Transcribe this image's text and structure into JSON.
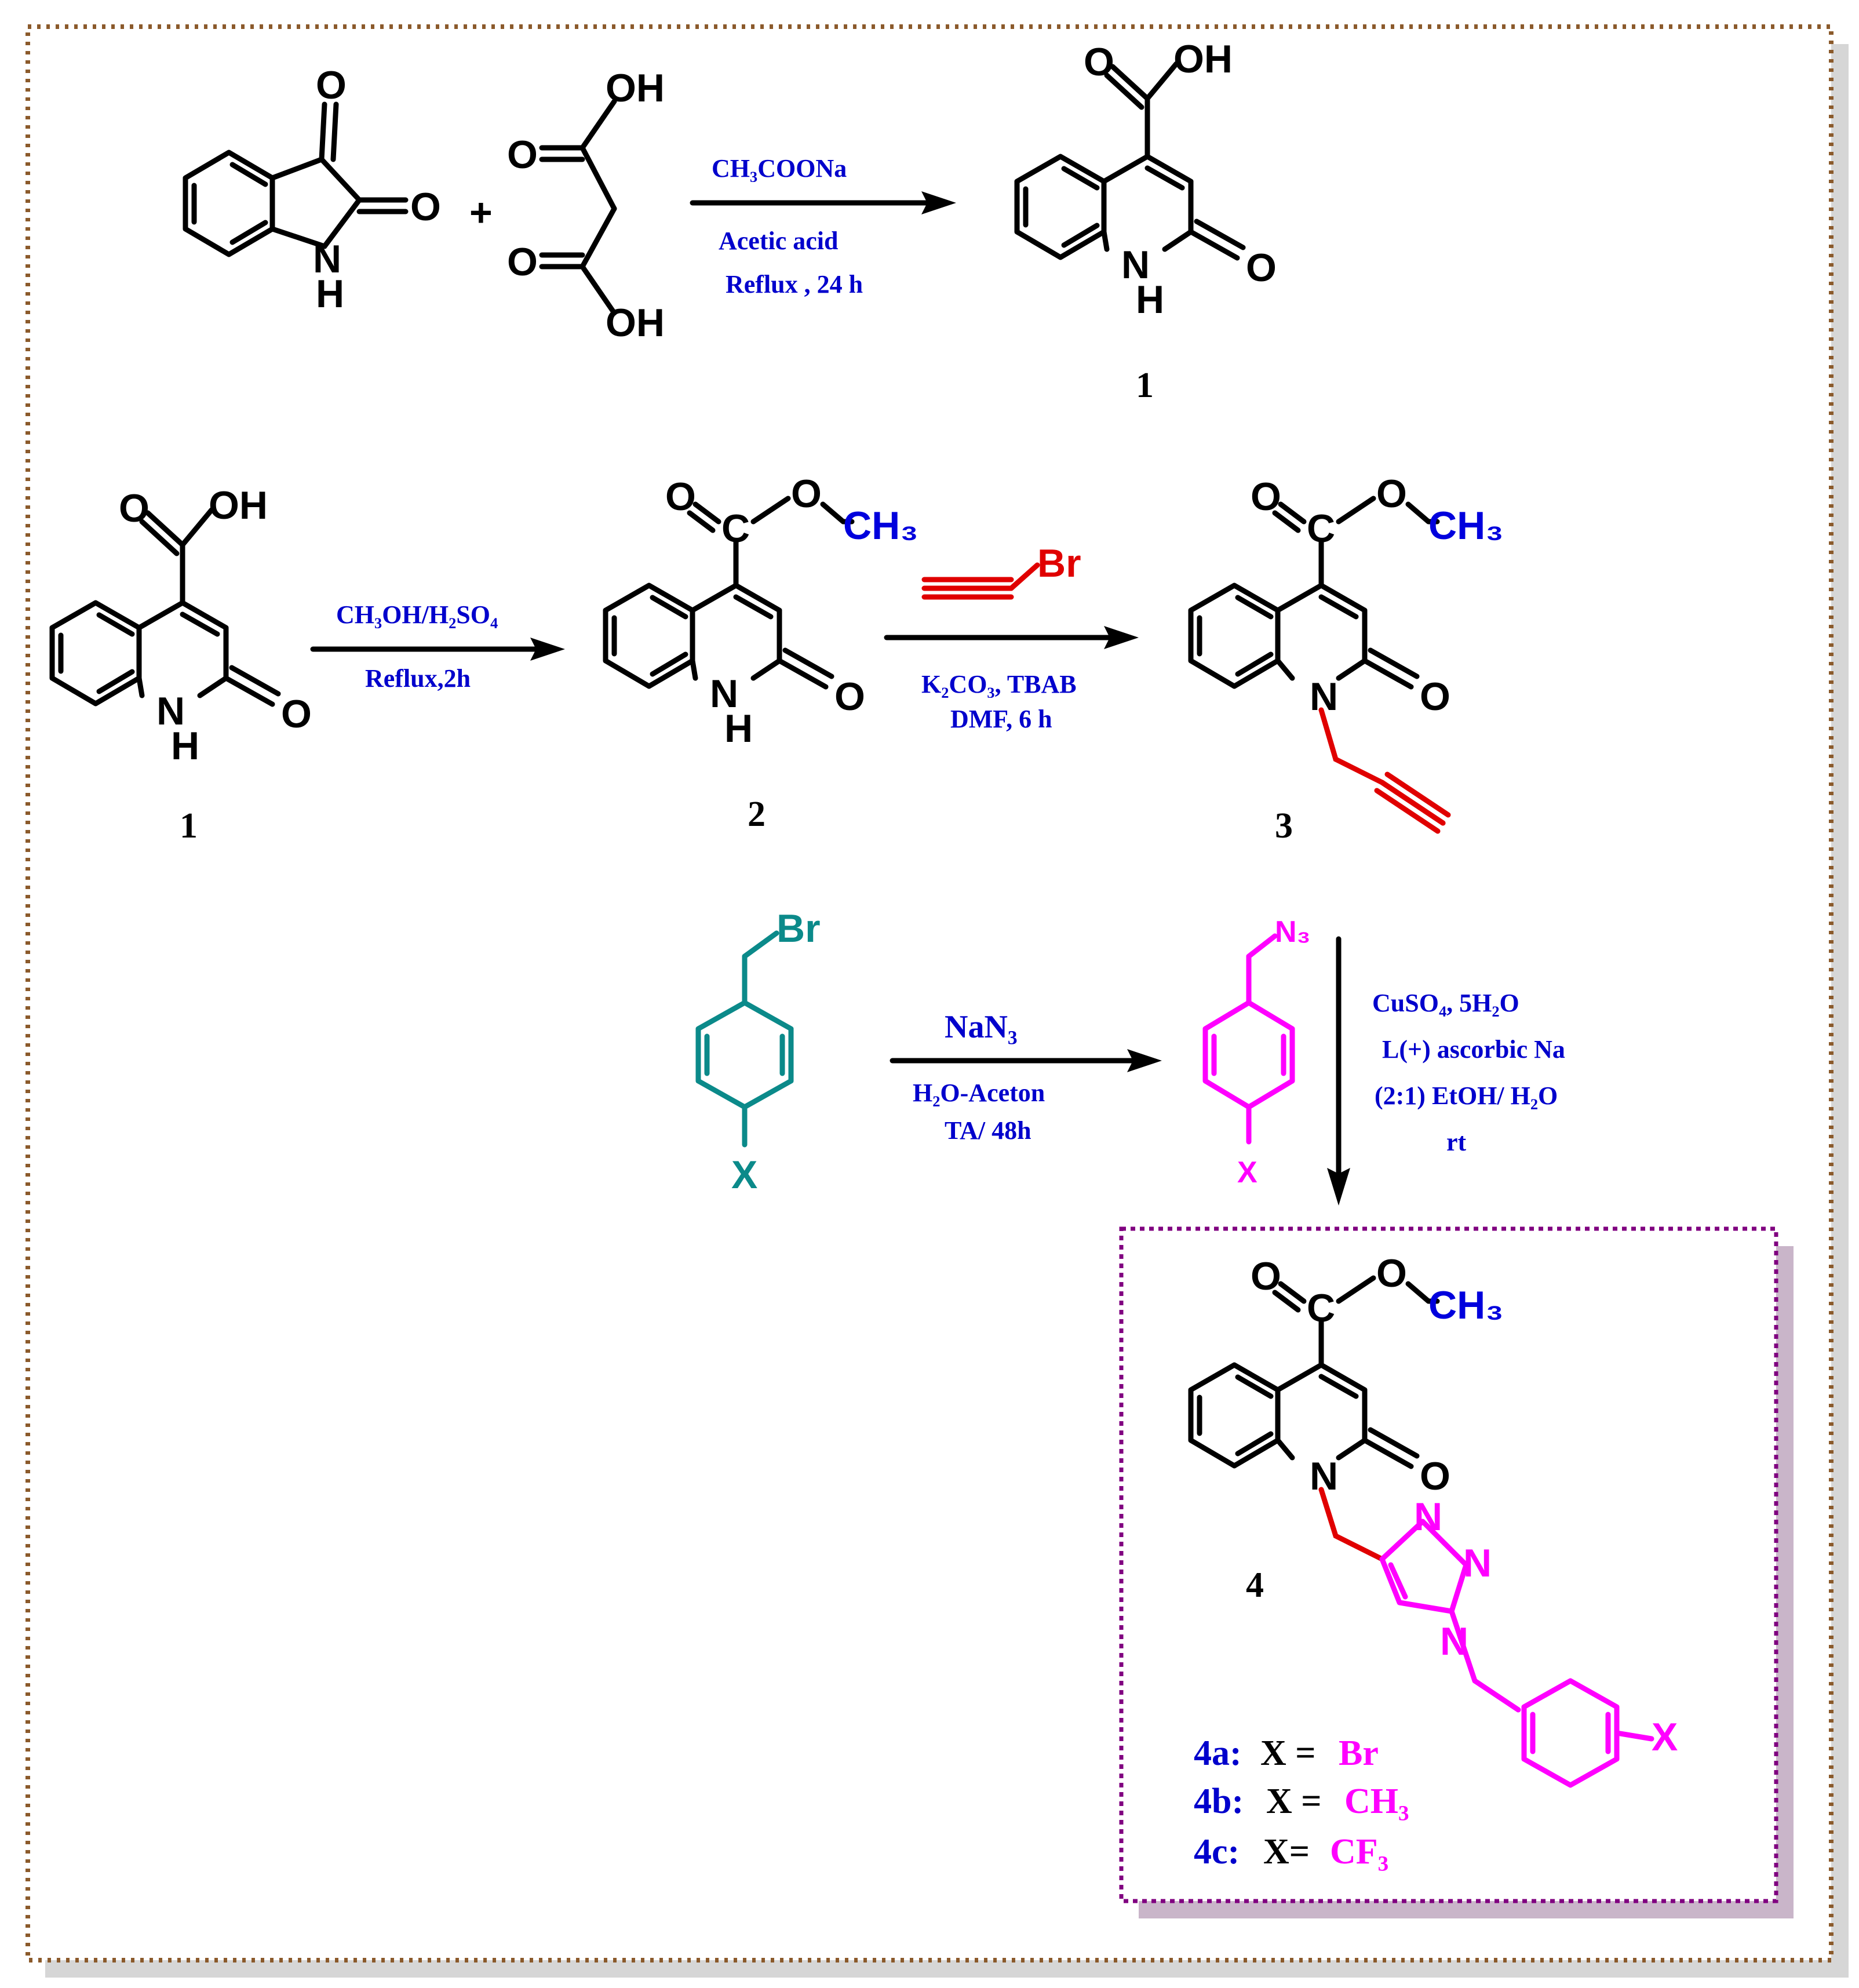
{
  "reaction1": {
    "plus": "+",
    "reagent": "CH₃COONa",
    "solvent": "Acetic acid",
    "conditions": "Reflux , 24 h",
    "product_label": "1"
  },
  "reaction2": {
    "start_label": "1",
    "reagent": "CH₃OH/H₂SO₄",
    "conditions": "Reflux,2h",
    "product_label": "2"
  },
  "reaction3": {
    "reagent_line1": "K₂CO₃, TBAB",
    "reagent_line2": "DMF, 6 h",
    "product_label": "3"
  },
  "reaction4": {
    "reagent": "NaN₃",
    "solvent": "H₂O-Aceton",
    "conditions": "TA/ 48h"
  },
  "reaction5": {
    "line1": "CuSO₄, 5H₂O",
    "line2": "L(+) ascorbic Na",
    "line3": "(2:1) EtOH/ H₂O",
    "line4": "rt",
    "product_label": "4"
  },
  "variants": [
    {
      "id": "4a:",
      "x": "X =",
      "sub": "Br"
    },
    {
      "id": "4b:",
      "x": "X =",
      "sub": "CH₃"
    },
    {
      "id": "4c:",
      "x": "X=",
      "sub": "CF₃"
    }
  ],
  "atoms": {
    "O": "O",
    "OH": "OH",
    "NH_N": "N",
    "NH_H": "H",
    "N": "N",
    "CH3": "CH₃",
    "Br": "Br",
    "N3": "N₃",
    "X": "X",
    "C": "C"
  },
  "colors": {
    "black": "#000000",
    "blue": "#0000dd",
    "red": "#e00000",
    "magenta": "#ff00ff",
    "teal": "#0b8a8a",
    "frame": "#8b5a2b",
    "box": "#800080"
  }
}
